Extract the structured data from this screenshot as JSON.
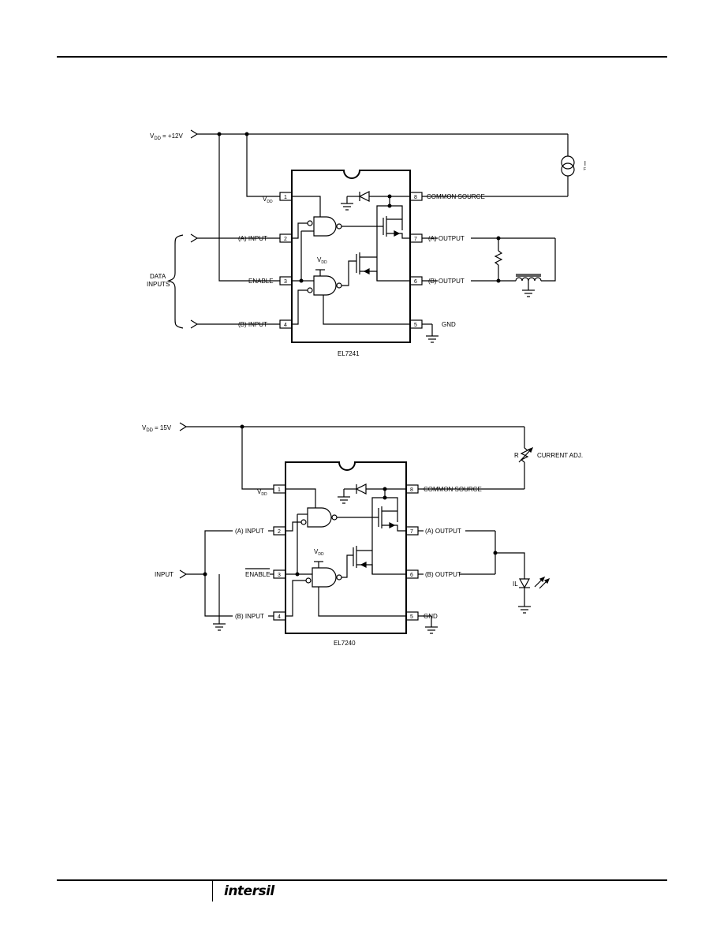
{
  "logo": "intersil",
  "top_circuit": {
    "supply_label": "V",
    "supply_sub": "DD",
    "supply_value": "= +12V",
    "chip_vdd_label": "V",
    "chip_vdd_sub": "DD",
    "pins": {
      "p1": "1",
      "p2": "2",
      "p3": "3",
      "p4": "4",
      "p5": "5",
      "p6": "6",
      "p7": "7",
      "p8": "8"
    },
    "labels": {
      "a_input": "(A) INPUT",
      "enable": "ENABLE",
      "b_input": "(B) INPUT",
      "common_source": "COMMON SOURCE",
      "a_output": "(A) OUTPUT",
      "b_output": "(B) OUTPUT",
      "gnd": "GND",
      "data_inputs_1": "DATA",
      "data_inputs_2": "INPUTS",
      "current_source_label": "I",
      "current_source_sub": "F",
      "gate_vdd": "V",
      "gate_vdd_sub": "DD"
    },
    "part_number": "EL7241"
  },
  "bottom_circuit": {
    "supply_label": "V",
    "supply_sub": "DD",
    "supply_value": "= 15V",
    "chip_vdd_label": "V",
    "chip_vdd_sub": "DD",
    "pins": {
      "p1": "1",
      "p2": "2",
      "p3": "3",
      "p4": "4",
      "p5": "5",
      "p6": "6",
      "p7": "7",
      "p8": "8"
    },
    "labels": {
      "a_input": "(A) INPUT",
      "enable": "ENABLE",
      "b_input": "(B) INPUT",
      "input": "INPUT",
      "common_source": "COMMON SOURCE",
      "a_output": "(A) OUTPUT",
      "b_output": "(B) OUTPUT",
      "gnd": "GND",
      "resistor": "R",
      "current_adj": "CURRENT ADJ.",
      "led_label": "IL",
      "gate_vdd": "V",
      "gate_vdd_sub": "DD"
    },
    "part_number": "EL7240"
  }
}
